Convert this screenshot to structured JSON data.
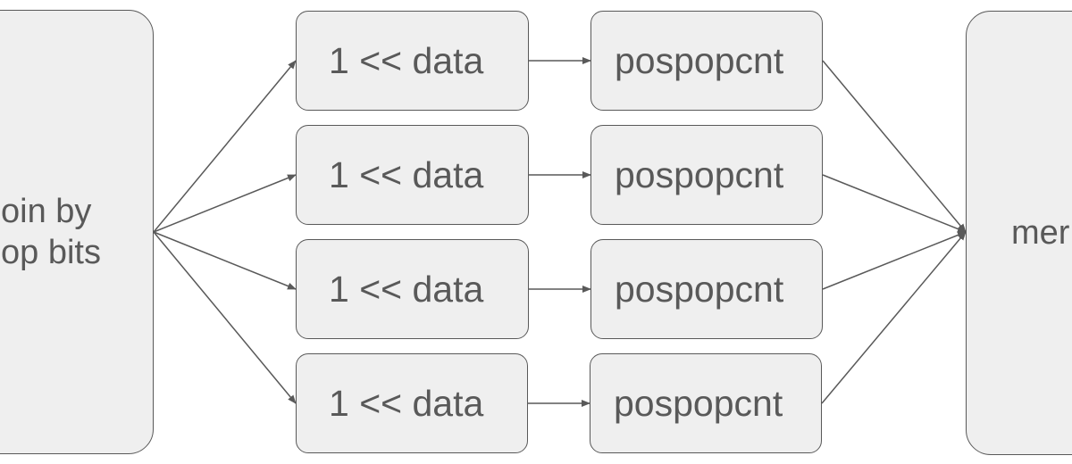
{
  "diagram": {
    "left_node": {
      "lines": [
        "oin by",
        "op bits"
      ]
    },
    "right_node": {
      "label": "mer"
    },
    "rows": [
      {
        "shift_label": "1 << data",
        "count_label": "pospopcnt"
      },
      {
        "shift_label": "1 << data",
        "count_label": "pospopcnt"
      },
      {
        "shift_label": "1 << data",
        "count_label": "pospopcnt"
      },
      {
        "shift_label": "1 << data",
        "count_label": "pospopcnt"
      }
    ],
    "colors": {
      "fill": "#efefef",
      "stroke": "#595959",
      "text": "#595959"
    }
  }
}
